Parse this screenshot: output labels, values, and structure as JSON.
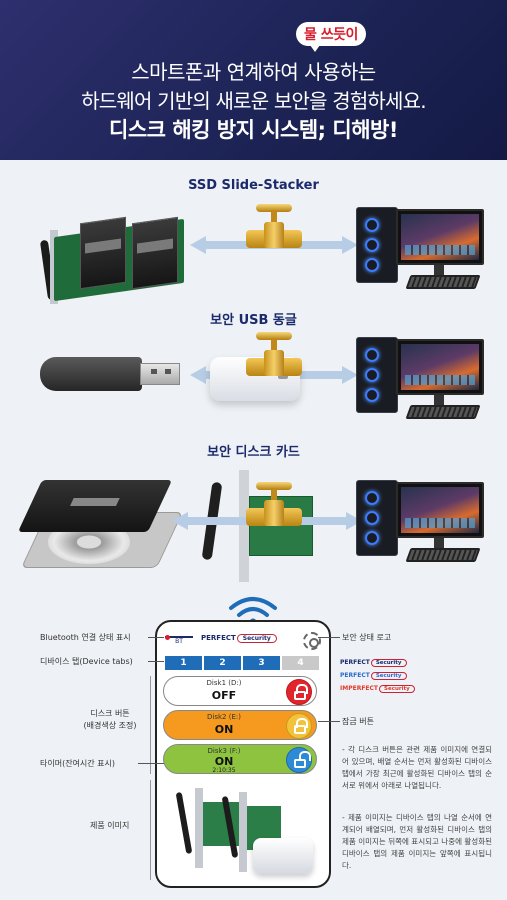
{
  "hero": {
    "badge": "물 쓰듯이",
    "line1": "스마트폰과 연계하여 사용하는",
    "line2": "하드웨어 기반의 새로운 보안을 경험하세요.",
    "line3": "디스크 해킹 방지 시스템; 디해방!"
  },
  "sections": [
    {
      "title": "SSD Slide-Stacker"
    },
    {
      "title": "보안 USB 동글"
    },
    {
      "title": "보안 디스크 카드"
    }
  ],
  "app": {
    "bt_label": "BT",
    "logo_prefix": "PERFECT",
    "logo_badge": "Security",
    "tabs": [
      "1",
      "2",
      "3",
      "4"
    ],
    "disks": [
      {
        "name": "Disk1 (D:)",
        "state": "OFF",
        "timer": ""
      },
      {
        "name": "Disk2 (E:)",
        "state": "ON",
        "timer": ""
      },
      {
        "name": "Disk3 (F:)",
        "state": "ON",
        "timer": "2:10:35"
      }
    ]
  },
  "annotations": {
    "bluetooth": "Bluetooth 연결 상태 표시",
    "device_tabs": "디바이스 탭(Device tabs)",
    "disk_button": "디스크 버튼",
    "disk_button_sub": "(배경색상 조정)",
    "timer": "타이머(잔여시간 표시)",
    "product_image": "제품 이미지",
    "security_logo": "보안 상태 로고",
    "lock_button": "잠금 버튼"
  },
  "legend": [
    {
      "prefix": "PERFECT",
      "badge": "Security"
    },
    {
      "prefix": "PERFECT",
      "badge": "Security"
    },
    {
      "prefix": "IMPERFECT",
      "badge": "Security"
    }
  ],
  "notes": [
    "- 각 디스크 버튼은 관련 제품 이미지에 연결되어 있으며, 배열 순서는 먼저 활성화된 디바이스 탭에서 가장 최근에 활성화된 디바이스 탭의 순서로 위에서 아래로 나열됩니다.",
    "- 제품 이미지는 디바이스 탭의 나열 순서에 연계되어 배열되며, 먼저 활성화된 디바이스 탭의 제품 이미지는 뒤쪽에 표시되고 나중에 활성화된 디바이스 탭의 제품 이미지는 앞쪽에 표시됩니다."
  ],
  "colors": {
    "navy": "#1d2456",
    "tab_active": "#1f6cb8",
    "off_lock": "#e0262c",
    "orange_button": "#f59a1f",
    "green_button": "#8dc33f"
  }
}
